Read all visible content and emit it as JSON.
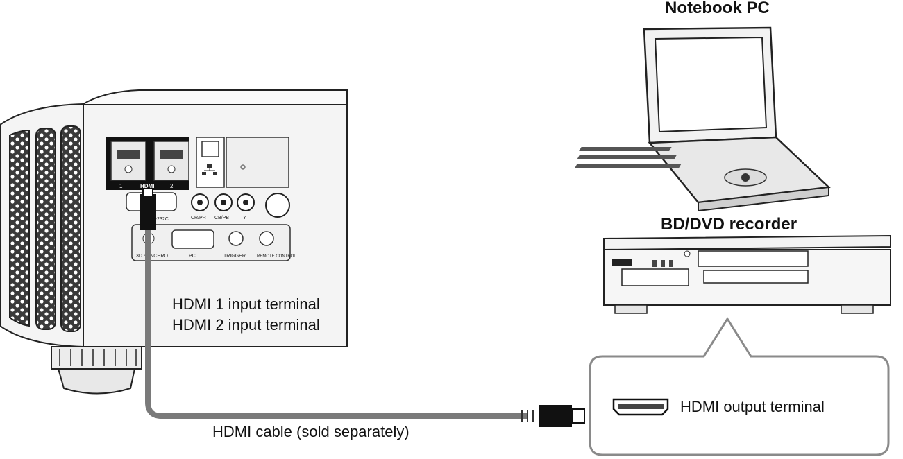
{
  "devices": {
    "notebook_title": "Notebook PC",
    "recorder_title": "BD/DVD recorder"
  },
  "projector_panel": {
    "hdmi_label": "HDMI",
    "hdmi_port1": "1",
    "hdmi_port2": "2",
    "rs232c_label": "RS-232C",
    "cr_label": "CR/PR",
    "cb_label": "CB/PB",
    "y_label": "Y",
    "sync_label": "3D SYNCHRO",
    "pc_label": "PC",
    "trigger_label": "TRIGGER",
    "remote_label": "REMOTE CONTROL"
  },
  "annotations": {
    "input_terminal_1": "HDMI  1  input terminal",
    "input_terminal_2": "HDMI  2  input terminal",
    "cable": "HDMI cable (sold separately)",
    "output_terminal": "HDMI output terminal"
  },
  "colors": {
    "cable": "#7a7a7a",
    "outline": "#222222",
    "callout": "#8a8a8a"
  }
}
